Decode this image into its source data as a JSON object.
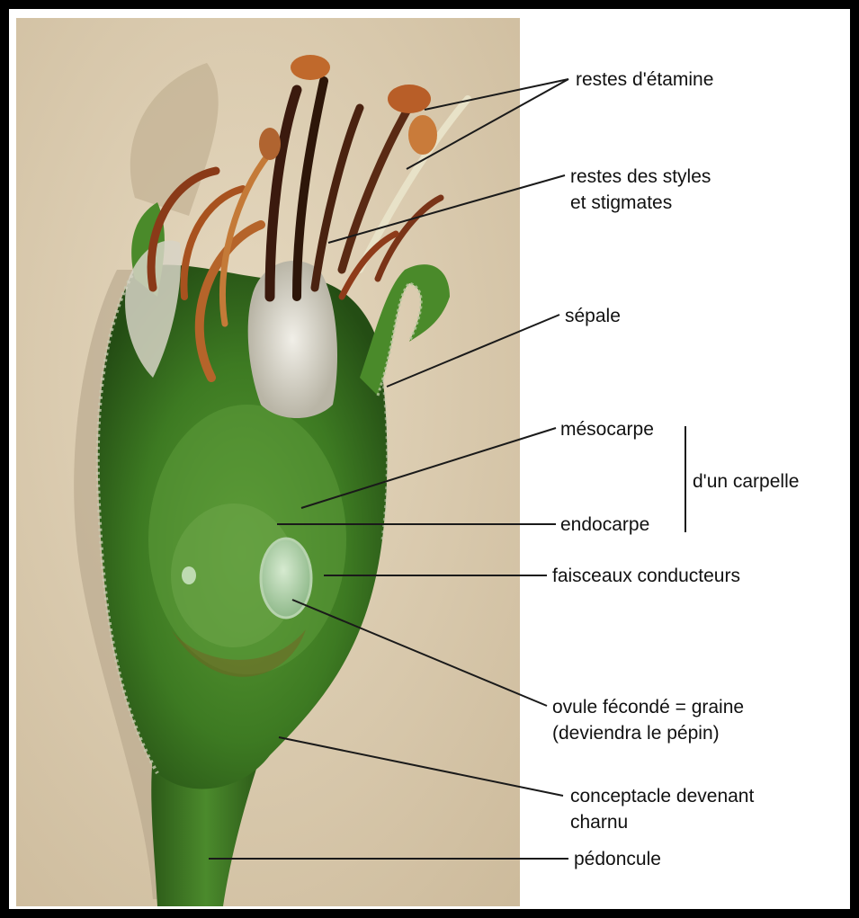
{
  "colors": {
    "frame": "#000000",
    "background_board": "#ddcdb2",
    "stem_green": "#3f7a24",
    "stamen_brown": "#7a3418",
    "leader_line": "#1a1a1a",
    "text": "#111111"
  },
  "labels": {
    "etamine": "restes d'étamine",
    "styles_line1": "restes des styles",
    "styles_line2": "et stigmates",
    "sepale": "sépale",
    "mesocarpe": "mésocarpe",
    "carpelle": "d'un carpelle",
    "endocarpe": "endocarpe",
    "faisceaux": "faisceaux conducteurs",
    "ovule_line1": "ovule fécondé = graine",
    "ovule_line2": "(deviendra le pépin)",
    "conceptacle_line1": "conceptacle devenant",
    "conceptacle_line2": "charnu",
    "pedoncule": "pédoncule"
  }
}
